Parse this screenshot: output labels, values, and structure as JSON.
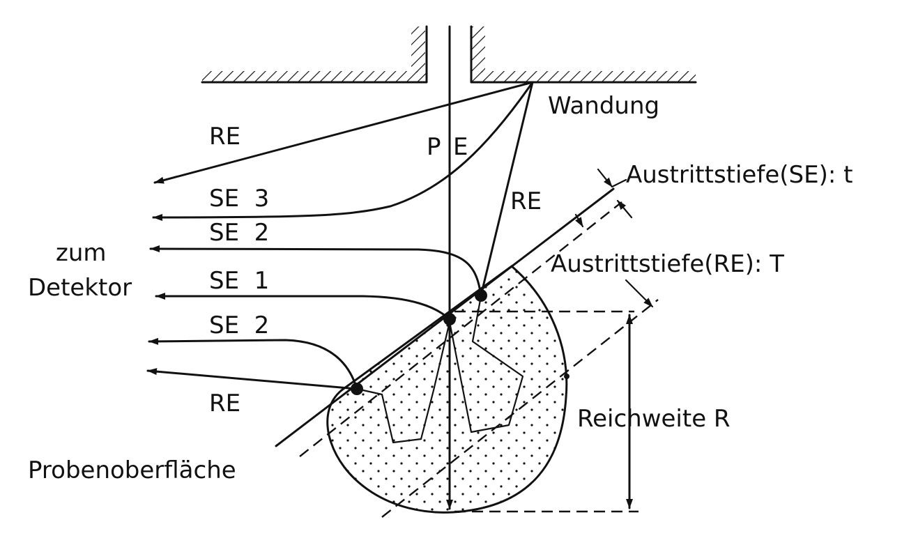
{
  "labels": {
    "wall": "Wandung",
    "re_top": "RE",
    "pe_p": "P",
    "pe_e": "E",
    "re_mid": "RE",
    "se3": "SE  3",
    "se2_upper": "SE  2",
    "zum": "zum",
    "detektor": "Detektor",
    "se1": "SE  1",
    "se2_lower": "SE  2",
    "re_bottom": "RE",
    "escape_depth_se": "Austrittstiefe(SE): t",
    "escape_depth_re": "Austrittstiefe(RE): T",
    "range": "Reichweite R",
    "sample_surface": "Probenoberfläche"
  }
}
